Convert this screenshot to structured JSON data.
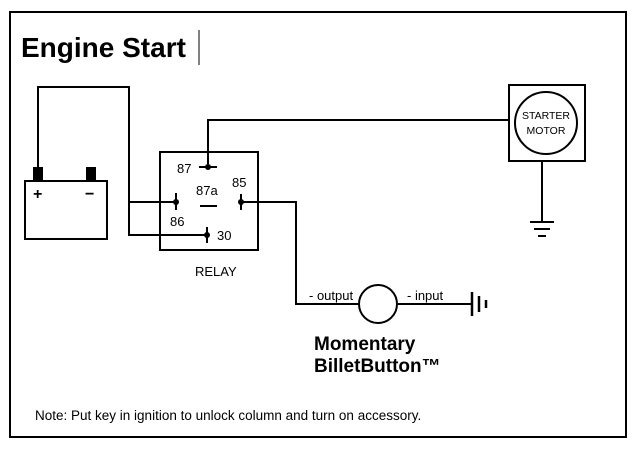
{
  "title": "Engine Start",
  "battery": {
    "pos_sign": "+",
    "neg_sign": "−"
  },
  "relay": {
    "label": "RELAY",
    "pins": {
      "p87": "87",
      "p87a": "87a",
      "p85": "85",
      "p86": "86",
      "p30": "30"
    }
  },
  "starter_motor": {
    "line1": "STARTER",
    "line2": "MOTOR"
  },
  "button": {
    "output_label": "- output",
    "input_label": "- input",
    "name_line1": "Momentary",
    "name_line2": "BilletButton™"
  },
  "note": "Note: Put key in ignition to unlock column and turn on accessory."
}
